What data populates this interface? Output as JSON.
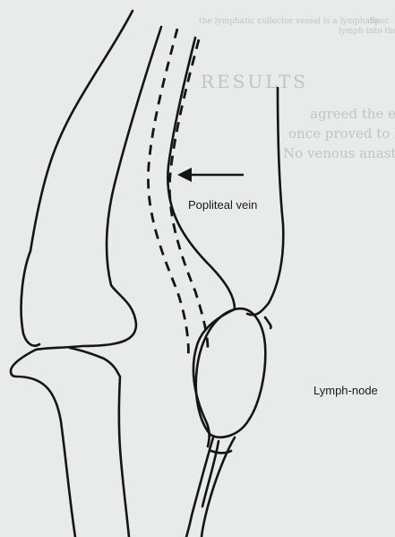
{
  "figure": {
    "labels": {
      "vein": "Popliteal vein",
      "node": "Lymph-node"
    },
    "background_text": {
      "top_line_1": "the lymphatic collector vessel is a lymphatic",
      "top_line_1b": "Spec",
      "top_line_2": "lymph into the",
      "heading": "RESULTS",
      "line_1": "agreed the experiment. The technique",
      "line_2": "once proved to be easy and no bleeding",
      "line_3": "No venous anastomosis was found either at"
    },
    "colors": {
      "ink": "#151515",
      "paper": "#e9ebeb",
      "bleed_through": "#c2c4c4"
    }
  }
}
